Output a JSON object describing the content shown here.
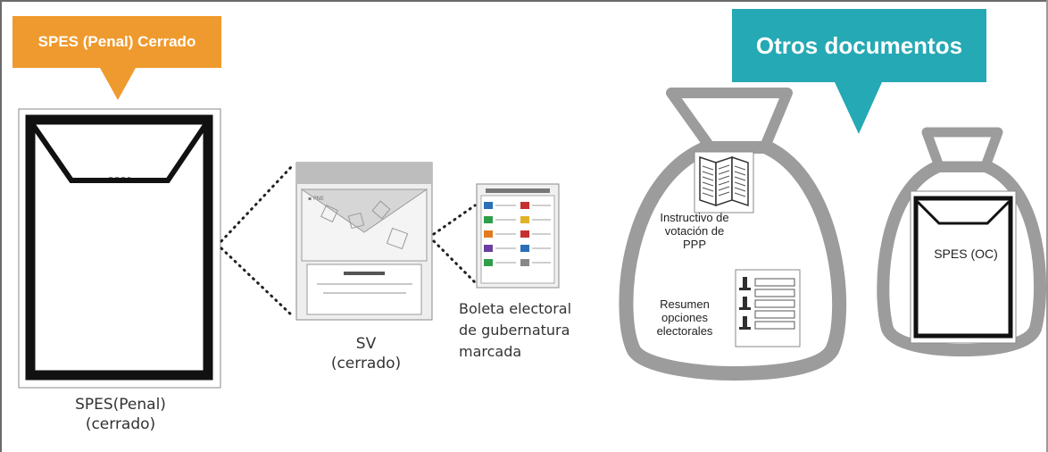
{
  "callouts": {
    "spes_penal_cerrado": "SPES (Penal) Cerrado",
    "otros_documentos": "Otros documentos"
  },
  "items": {
    "spes_penal": "SPES(Penal)\n(cerrado)",
    "sv": "SV\n(cerrado)",
    "boleta": "Boleta electoral\nde gubernatura\nmarcada",
    "instructivo": "Instructivo de\nvotación de\nPPP",
    "resumen": "Resumen\nopciones\nelectorales",
    "spes_oc": "SPES (OC)"
  },
  "colors": {
    "orange": "#ef9a2e",
    "teal": "#25a9b4",
    "ink": "#111111"
  },
  "icons": [
    "envelope-icon",
    "sv-envelope-icon",
    "ballot-icon",
    "bag-icon",
    "leaflet-icon",
    "list-icon"
  ]
}
